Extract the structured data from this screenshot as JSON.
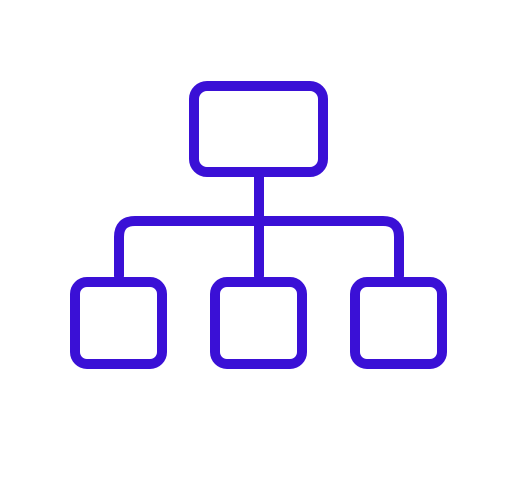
{
  "icon": {
    "name": "hierarchy-icon",
    "stroke_color": "#3a10d6",
    "background_color": "#ffffff"
  },
  "diagram": {
    "type": "tree",
    "nodes": [
      {
        "id": "root",
        "level": 0
      },
      {
        "id": "child-left",
        "level": 1
      },
      {
        "id": "child-middle",
        "level": 1
      },
      {
        "id": "child-right",
        "level": 1
      }
    ],
    "edges": [
      {
        "from": "root",
        "to": "child-left"
      },
      {
        "from": "root",
        "to": "child-middle"
      },
      {
        "from": "root",
        "to": "child-right"
      }
    ]
  }
}
